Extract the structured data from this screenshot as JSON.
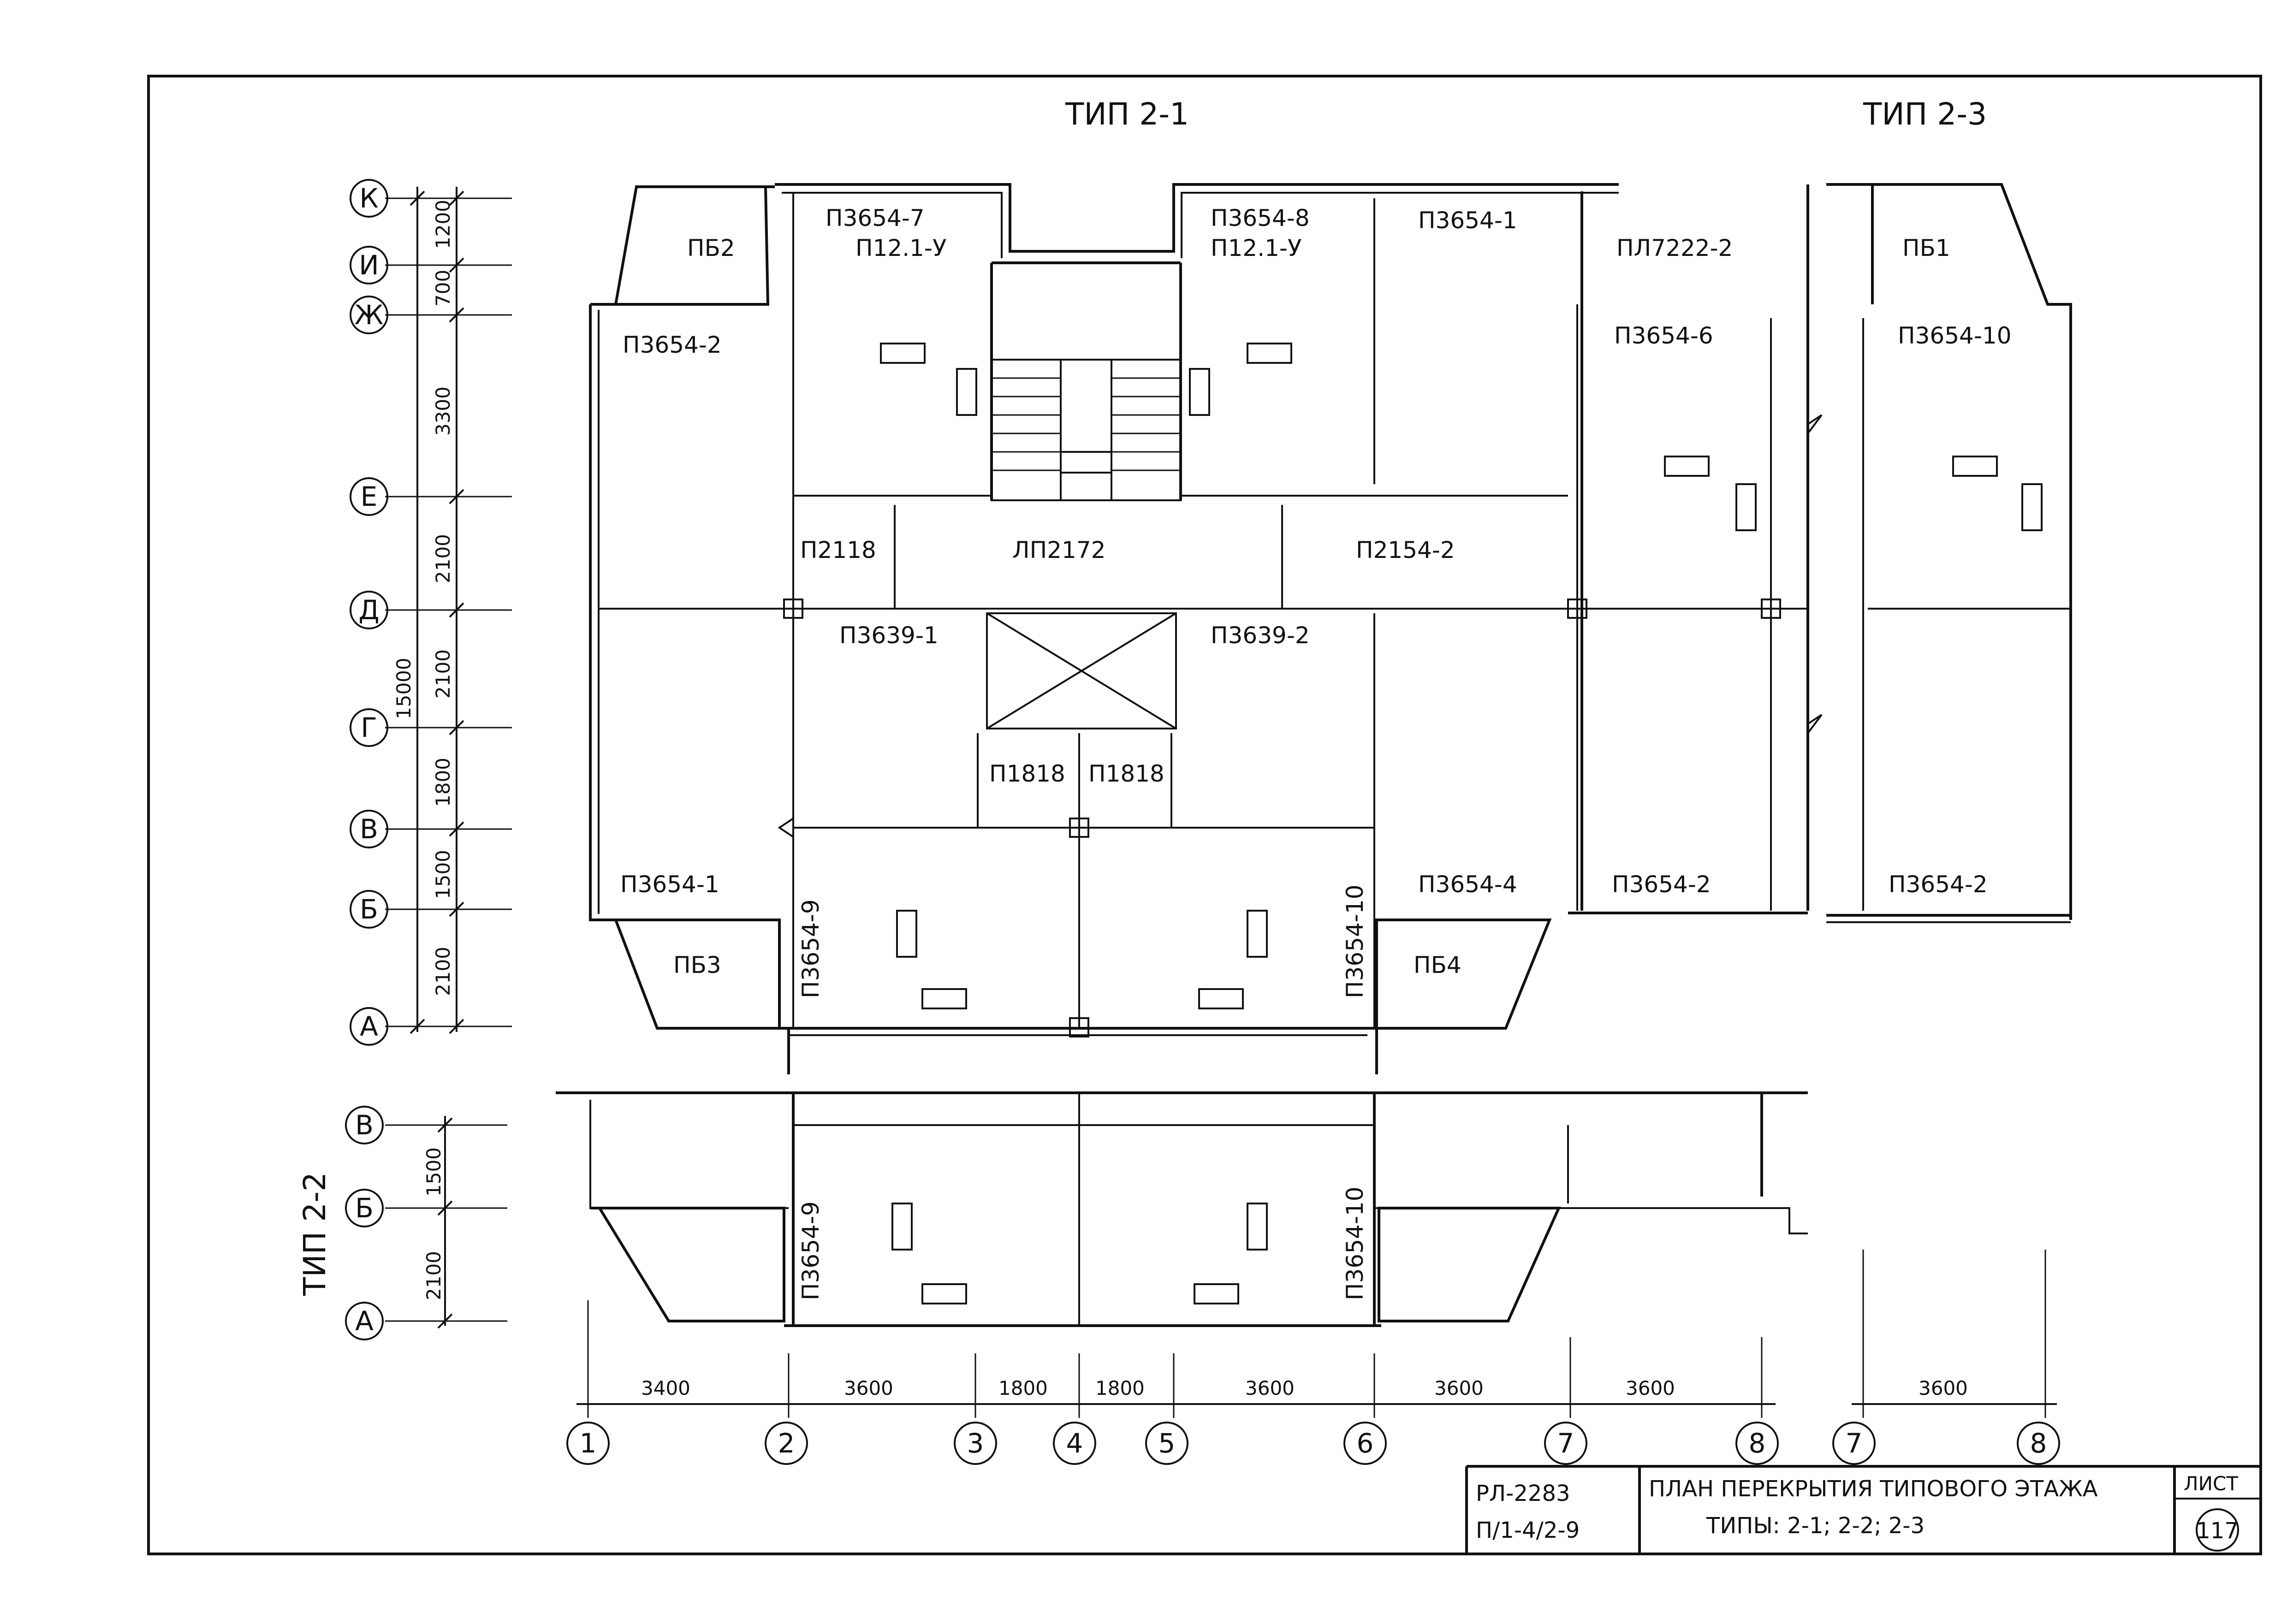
{
  "titles": {
    "type_2_1": "ТИП 2-1",
    "type_2_3": "ТИП 2-3",
    "type_2_2": "ТИП 2-2"
  },
  "left_axes": {
    "circles": [
      "К",
      "И",
      "Ж",
      "Е",
      "Д",
      "Г",
      "В",
      "Б",
      "А"
    ],
    "dims": [
      "1200",
      "700",
      "3300",
      "2100",
      "2100",
      "1800",
      "1500",
      "2100"
    ],
    "total": "15000"
  },
  "lower_axes": {
    "circles": [
      "В",
      "Б",
      "А"
    ],
    "dims": [
      "1500",
      "2100"
    ]
  },
  "bottom_axes": {
    "circles": [
      "1",
      "2",
      "3",
      "4",
      "5",
      "6",
      "7",
      "8",
      "7",
      "8"
    ],
    "dims": [
      "3400",
      "3600",
      "1800",
      "1800",
      "3600",
      "3600",
      "3600",
      "3600"
    ]
  },
  "slabs": {
    "pb2": "ПБ2",
    "p3654_7": "П3654-7",
    "p12_1_u_a": "П12.1-У",
    "p3654_8": "П3654-8",
    "p12_1_u_b": "П12.1-У",
    "p3654_1_top": "П3654-1",
    "pl7222_2": "ПЛ7222-2",
    "pb1": "ПБ1",
    "p3654_2_left": "П3654-2",
    "p3654_6": "П3654-6",
    "p3654_10_right": "П3654-10",
    "p2118": "П2118",
    "lp2172": "ЛП2172",
    "p2154_2": "П2154-2",
    "p3639_1": "П3639-1",
    "p3639_2": "П3639-2",
    "p1818_a": "П1818",
    "p1818_b": "П1818",
    "p3654_1_bot": "П3654-1",
    "p3654_9": "П3654-9",
    "p3654_10": "П3654-10",
    "p3654_4": "П3654-4",
    "p3654_2_mid": "П3654-2",
    "p3654_2_right": "П3654-2",
    "pb3": "ПБ3",
    "pb4": "ПБ4",
    "p3654_9_lower": "П3654-9",
    "p3654_10_lower": "П3654-10"
  },
  "title_block": {
    "code1": "РЛ-2283",
    "code2": "П/1-4/2-9",
    "name_line1": "ПЛАН ПЕРЕКРЫТИЯ ТИПОВОГО ЭТАЖА",
    "name_line2": "ТИПЫ: 2-1; 2-2; 2-3",
    "sheet_label": "ЛИСТ",
    "sheet_number": "117"
  }
}
